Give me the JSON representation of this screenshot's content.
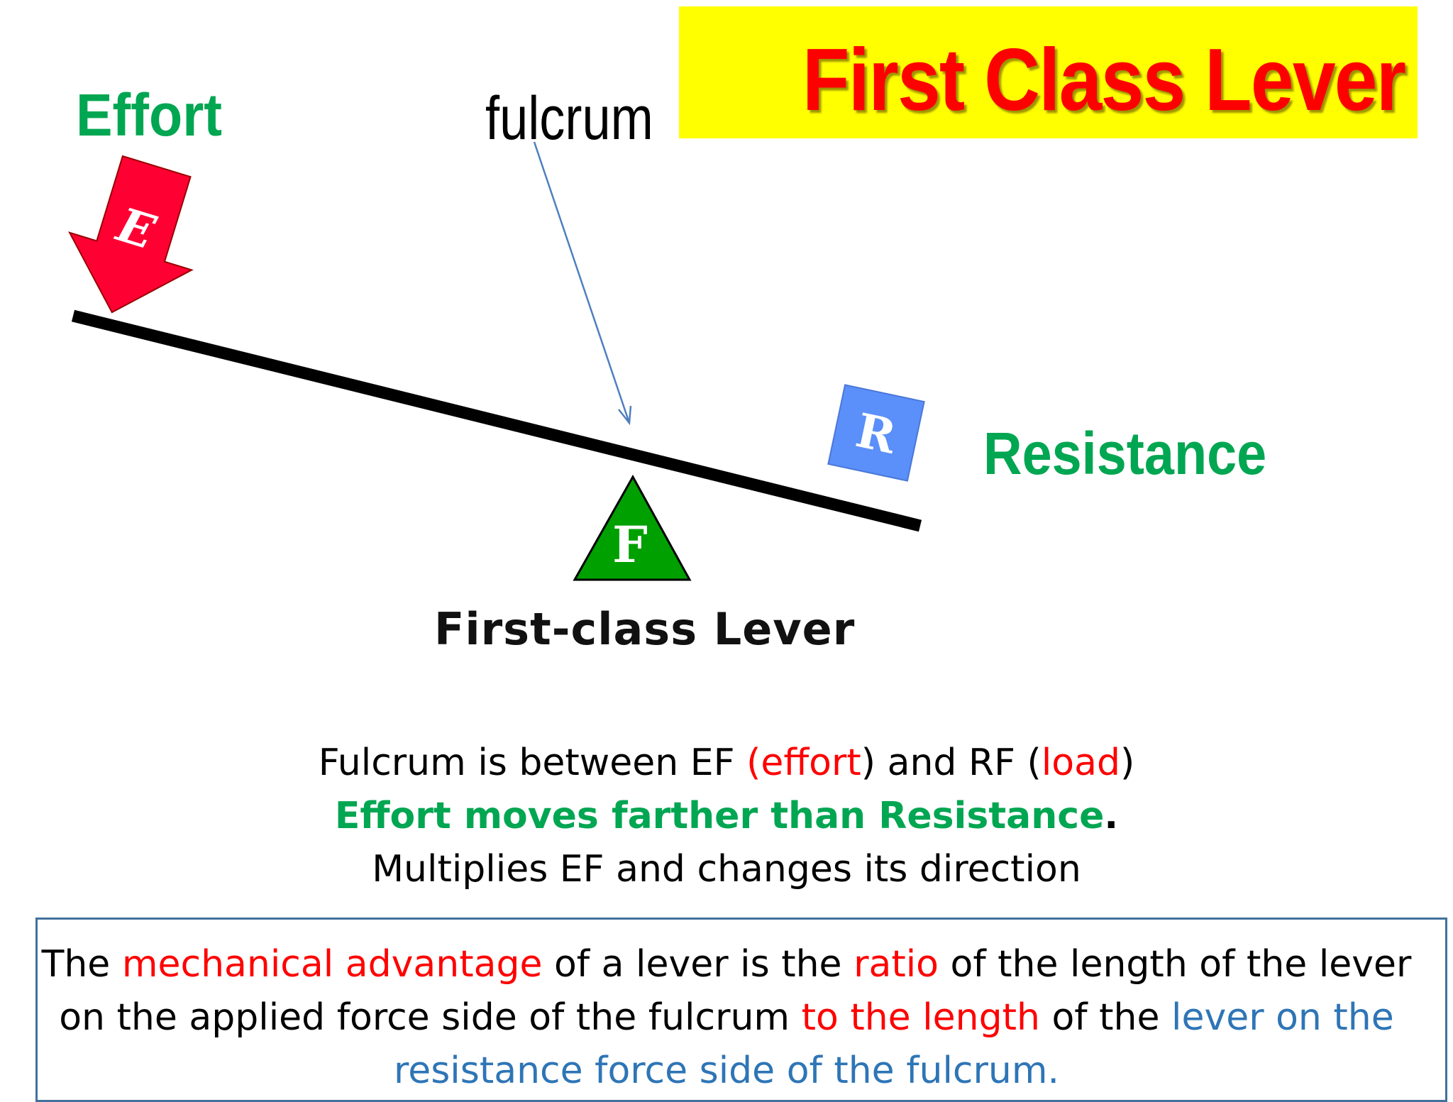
{
  "slide": {
    "title": "First Class Lever",
    "background": "#ffffff",
    "title_banner_color": "#ffff00",
    "title_color": "#ff0000"
  },
  "diagram": {
    "effort_label": "Effort",
    "fulcrum_label": "fulcrum",
    "resistance_label": "Resistance",
    "caption": "First-class Lever",
    "effort_arrow_letter": "E",
    "fulcrum_letter": "F",
    "resistance_letter": "R",
    "colors": {
      "label_green": "#00a651",
      "effort_arrow": "#ff0033",
      "fulcrum_triangle": "#00a000",
      "resistance_box": "#5b8ff9",
      "pointer_line": "#4f7fbf",
      "lever_bar": "#000000"
    }
  },
  "description": {
    "line1_part1": "Fulcrum is between EF ",
    "line1_part2": "(effort",
    "line1_part3": ") and RF (",
    "line1_part4": "load",
    "line1_part5": ")",
    "line2_part1": "Effort moves farther than Resistance",
    "line2_part2": ".",
    "line3": "Multiplies EF and changes its direction"
  },
  "definition": {
    "p1": "The ",
    "p2": "mechanical advantage",
    "p3": " of a lever is the ",
    "p4": "ratio",
    "p5": " of the length of the lever",
    "p6": "on the applied force side of the fulcrum ",
    "p7": "to the length",
    "p8": " of the ",
    "p9": "lever on the",
    "p10": "resistance force side of the fulcrum."
  }
}
